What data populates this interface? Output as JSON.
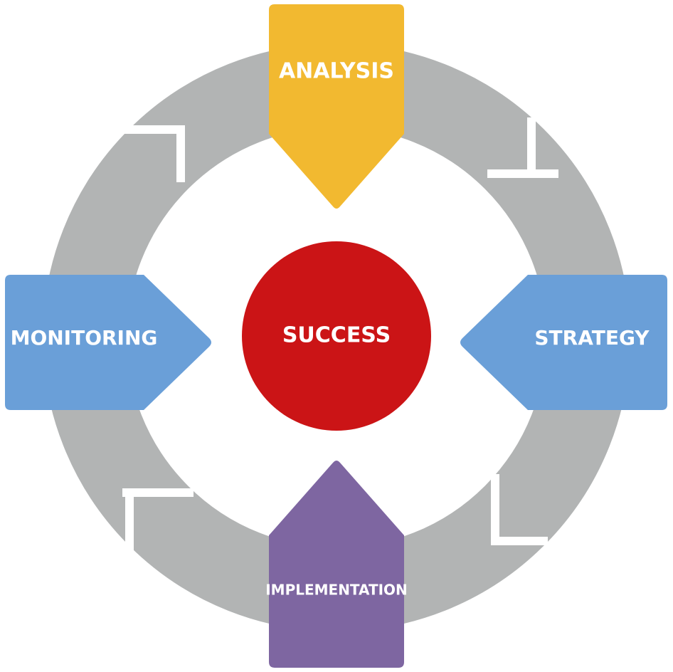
{
  "diagram": {
    "center": {
      "label": "SUCCESS",
      "color": "#cb1416"
    },
    "stages": {
      "analysis": {
        "label": "ANALYSIS",
        "color": "#f2b930"
      },
      "strategy": {
        "label": "STRATEGY",
        "color": "#6a9fd8"
      },
      "implementation": {
        "label": "IMPLEMENTATION",
        "color": "#7e66a1"
      },
      "monitoring": {
        "label": "MONITORING",
        "color": "#6a9fd8"
      }
    },
    "ring_color": "#b2b4b4"
  }
}
